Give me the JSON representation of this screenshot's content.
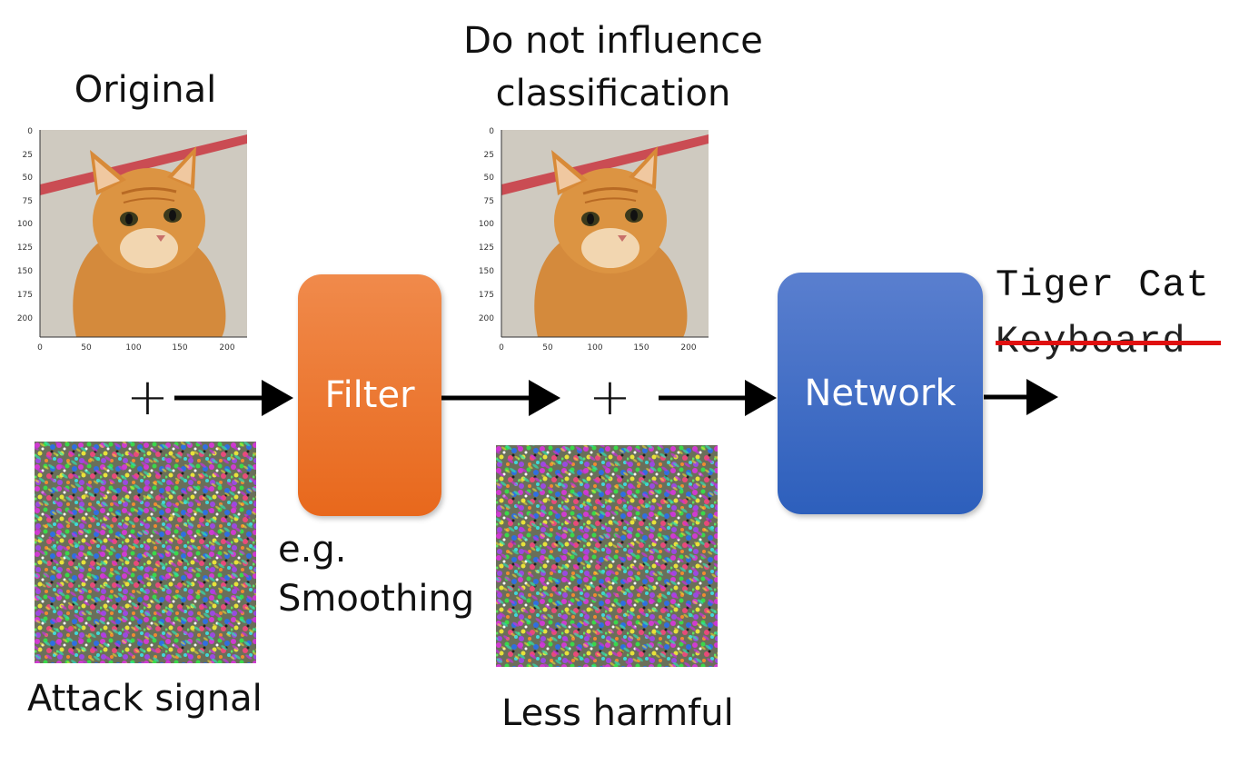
{
  "labels": {
    "original": "Original",
    "no_influence_line1": "Do not influence",
    "no_influence_line2": "classification",
    "attack_signal": "Attack signal",
    "less_harmful": "Less harmful",
    "eg": "e.g.",
    "smoothing": "Smoothing",
    "plus": "+"
  },
  "blocks": {
    "filter": "Filter",
    "network": "Network"
  },
  "output": {
    "correct": "Tiger Cat",
    "struck": "Keyboard"
  },
  "plot_axes": {
    "y_ticks": [
      "0",
      "25",
      "50",
      "75",
      "100",
      "125",
      "150",
      "175",
      "200"
    ],
    "x_ticks": [
      "0",
      "50",
      "100",
      "150",
      "200"
    ]
  },
  "colors": {
    "filter": "#e8681c",
    "network": "#2d5fbc",
    "strike": "#e01010",
    "arrow": "#000000"
  }
}
